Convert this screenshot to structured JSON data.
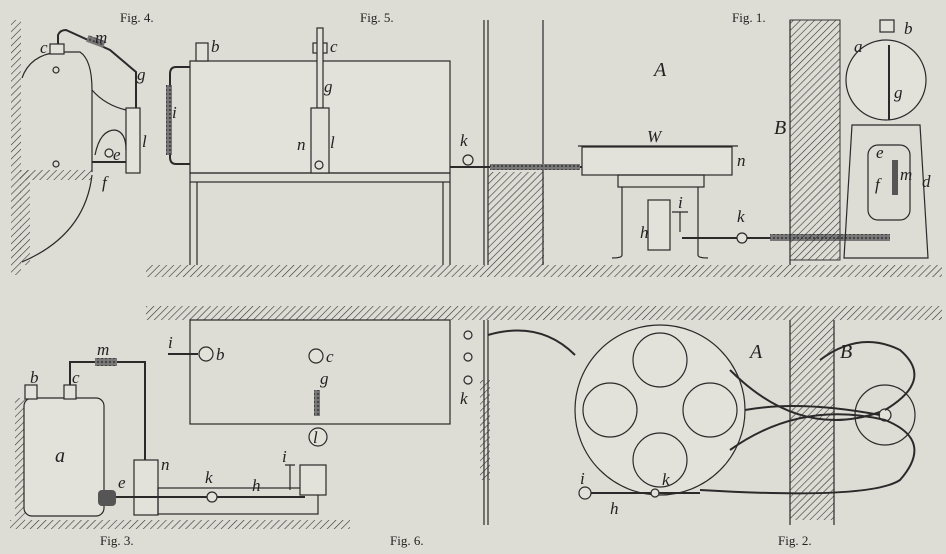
{
  "figures": {
    "fig1": {
      "caption": "Fig. 1.",
      "labels": {
        "A": "A",
        "W": "W",
        "n": "n",
        "B": "B",
        "a": "a",
        "b": "b",
        "g": "g",
        "e": "e",
        "f": "f",
        "m": "m",
        "d": "d",
        "i": "i",
        "h": "h",
        "k1": "k",
        "k2": "k"
      }
    },
    "fig2": {
      "caption": "Fig. 2.",
      "labels": {
        "A": "A",
        "B": "B",
        "i": "i",
        "h": "h",
        "k": "k"
      }
    },
    "fig3": {
      "caption": "Fig. 3.",
      "labels": {
        "b": "b",
        "c": "c",
        "m": "m",
        "a": "a",
        "n": "n",
        "e": "e",
        "k": "k",
        "h": "h",
        "i": "i"
      }
    },
    "fig4": {
      "caption": "Fig. 4.",
      "labels": {
        "c": "c",
        "m": "m",
        "g": "g",
        "l": "l",
        "e": "e",
        "f": "f"
      }
    },
    "fig5": {
      "caption": "Fig. 5.",
      "labels": {
        "b": "b",
        "c": "c",
        "g": "g",
        "i": "i",
        "n": "n",
        "l": "l"
      }
    },
    "fig6": {
      "caption": "Fig. 6.",
      "labels": {
        "i": "i",
        "b": "b",
        "c": "c",
        "g": "g",
        "l": "l",
        "k": "k"
      }
    }
  }
}
